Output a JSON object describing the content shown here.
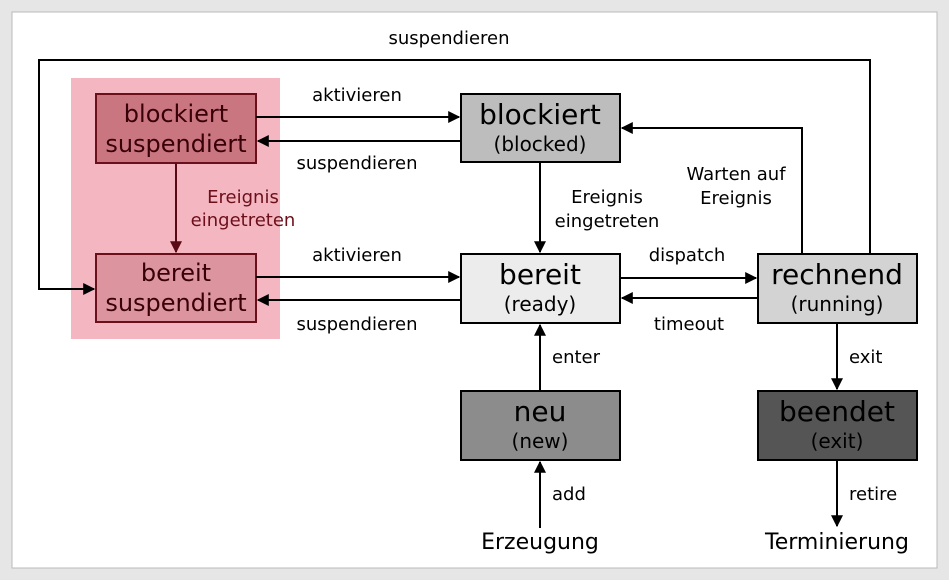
{
  "states": {
    "blockiert_suspendiert": {
      "line1": "blockiert",
      "line2": "suspendiert"
    },
    "bereit_suspendiert": {
      "line1": "bereit",
      "line2": "suspendiert"
    },
    "blockiert": {
      "line1": "blockiert",
      "line2": "(blocked)"
    },
    "bereit": {
      "line1": "bereit",
      "line2": "(ready)"
    },
    "rechnend": {
      "line1": "rechnend",
      "line2": "(running)"
    },
    "neu": {
      "line1": "neu",
      "line2": "(new)"
    },
    "beendet": {
      "line1": "beendet",
      "line2": "(exit)"
    }
  },
  "transitions": {
    "suspendieren_top": "suspendieren",
    "aktivieren_top": "aktivieren",
    "suspendieren_upper": "suspendieren",
    "ereignis_left_1": "Ereignis",
    "ereignis_left_2": "eingetreten",
    "ereignis_mid_1": "Ereignis",
    "ereignis_mid_2": "eingetreten",
    "warten_1": "Warten auf",
    "warten_2": "Ereignis",
    "aktivieren_lower": "aktivieren",
    "suspendieren_lower": "suspendieren",
    "dispatch": "dispatch",
    "timeout": "timeout",
    "enter": "enter",
    "exit": "exit",
    "add": "add",
    "retire": "retire"
  },
  "endpoints": {
    "erzeugung": "Erzeugung",
    "terminierung": "Terminierung"
  },
  "colors": {
    "background": "#e6e6e6",
    "panel": "#ffffff",
    "suspended_region": "#f4b6c0",
    "suspended_box": "#c97681",
    "suspended_box_light": "#dc959f",
    "suspended_text": "#6b0f1a",
    "blocked_box": "#bdbdbd",
    "ready_box": "#ececec",
    "running_box": "#d3d3d3",
    "new_box": "#8c8c8c",
    "exit_box": "#555555",
    "line": "#000000"
  }
}
